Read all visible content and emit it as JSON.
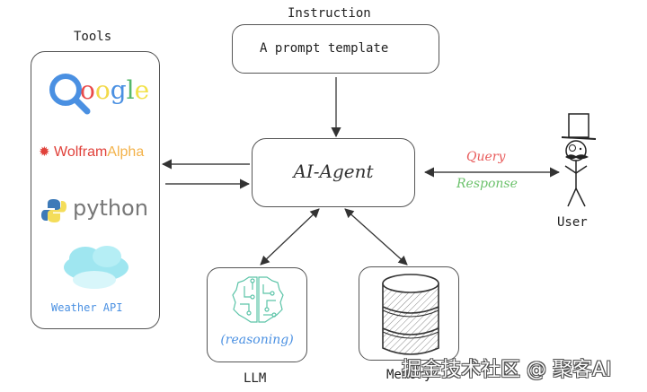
{
  "tools": {
    "title": "Tools",
    "items": [
      {
        "name": "Google",
        "letters": [
          {
            "ch": "G",
            "color": "#4a90e2"
          },
          {
            "ch": "o",
            "color": "#e94b4b"
          },
          {
            "ch": "o",
            "color": "#f2d94a"
          },
          {
            "ch": "g",
            "color": "#4a90e2"
          },
          {
            "ch": "l",
            "color": "#55b86a"
          },
          {
            "ch": "e",
            "color": "#f2e24a"
          }
        ]
      },
      {
        "name": "WolframAlpha",
        "part1": "Wolfram",
        "part2": "Alpha",
        "color1": "#e0413a",
        "color2": "#f3b24a"
      },
      {
        "name": "python",
        "label": "python",
        "color": "#777777"
      },
      {
        "name": "Weather API",
        "label": "Weather API",
        "color": "#4a90e2"
      }
    ]
  },
  "instruction": {
    "title": "Instruction",
    "text": "A prompt template"
  },
  "agent": {
    "label": "AI-Agent"
  },
  "user_link": {
    "query": "Query",
    "response": "Response",
    "query_color": "#e85a5a",
    "response_color": "#6cc26c"
  },
  "user": {
    "label": "User"
  },
  "llm": {
    "caption": "(reasoning)",
    "caption_color": "#4a90e2",
    "icon_color": "#5cc4a8",
    "label": "LLM"
  },
  "memory": {
    "label": "Memory"
  },
  "watermark": {
    "text": "掘金技术社区 @ 聚客AI"
  }
}
